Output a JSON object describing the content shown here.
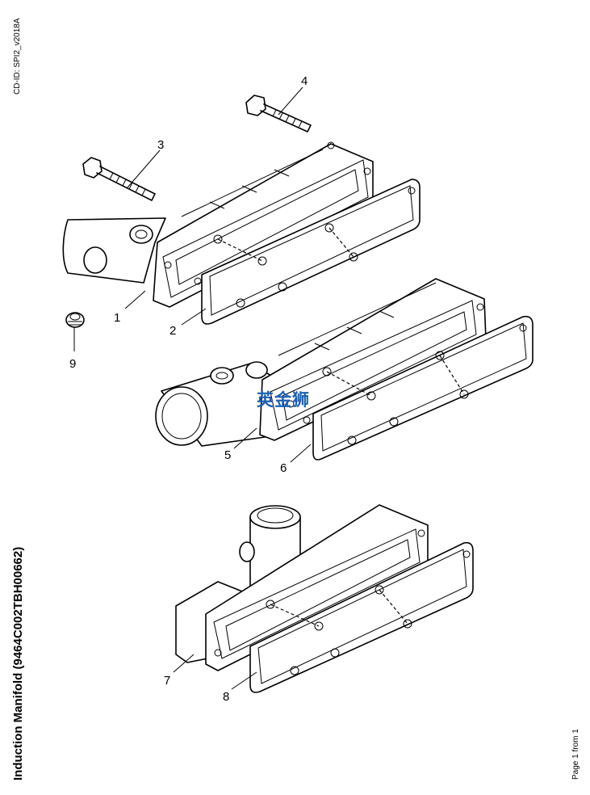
{
  "header": {
    "cd_id": "CD-ID: SPI2_v2018A"
  },
  "document": {
    "title": "Induction Manifold (9464C002TBH00662)"
  },
  "footer": {
    "page": "Page 1 from 1"
  },
  "watermark": {
    "text": "英金狮",
    "color": "#1f5fb0"
  },
  "callouts": [
    "1",
    "2",
    "3",
    "4",
    "5",
    "6",
    "7",
    "8",
    "9"
  ]
}
